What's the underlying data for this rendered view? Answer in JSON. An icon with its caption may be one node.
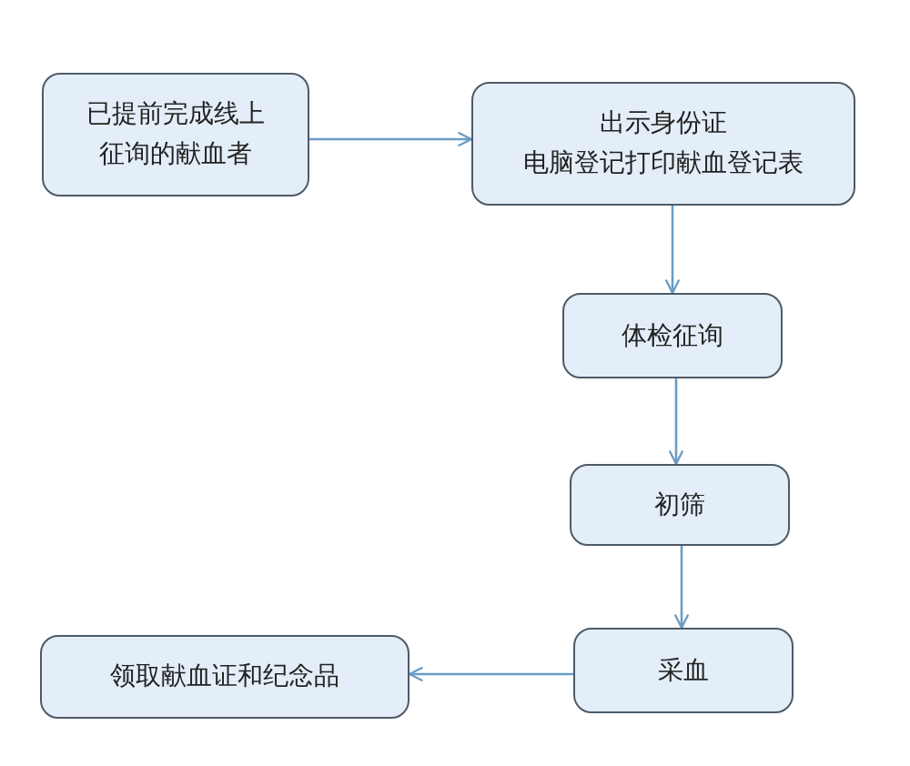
{
  "diagram": {
    "nodes": [
      {
        "text": [
          "已提前完成线上征询的献血者"
        ]
      },
      {
        "text": [
          "出示身份证",
          "电脑登记打印献血登记表"
        ]
      },
      {
        "text": [
          "体检征询"
        ]
      },
      {
        "text": [
          "初筛"
        ]
      },
      {
        "text": [
          "采血"
        ]
      },
      {
        "text": [
          "领取献血证和纪念品"
        ]
      }
    ],
    "edges": [
      {
        "from": 0,
        "to": 1,
        "arrow": "to"
      },
      {
        "from": 1,
        "to": 2,
        "arrow": "to"
      },
      {
        "from": 2,
        "to": 3,
        "arrow": "to"
      },
      {
        "from": 3,
        "to": 4,
        "arrow": "to"
      },
      {
        "from": 4,
        "to": 5,
        "arrow": "to"
      }
    ]
  }
}
